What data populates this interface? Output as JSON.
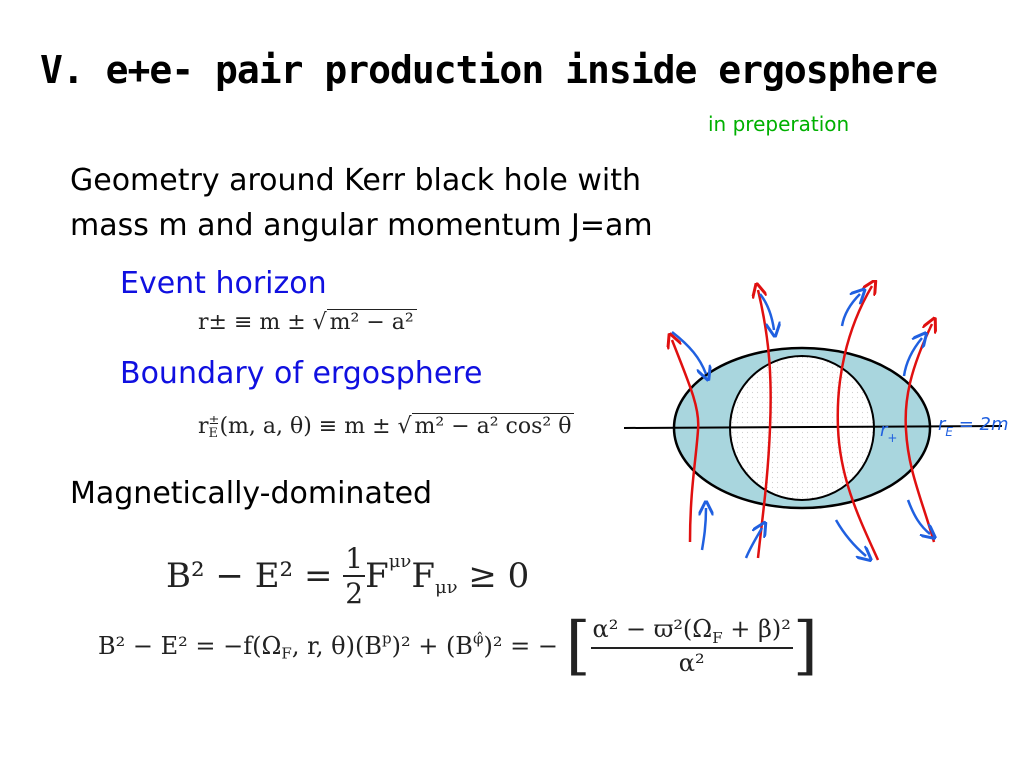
{
  "slide": {
    "title": "V. e+e- pair production inside ergosphere",
    "note": "in preperation",
    "line1": "Geometry around Kerr black hole with",
    "line2": "mass m and angular momentum J=am",
    "event_horizon_label": "Event horizon",
    "ergo_label": "Boundary of ergosphere",
    "magnetic_label": "Magnetically-dominated"
  },
  "equations": {
    "horizon_lhs": "r± ≡ m ± √",
    "horizon_rad": "m² − a²",
    "ergo_lhs": "r",
    "ergo_sup": "±",
    "ergo_sub": "E",
    "ergo_rest": "(m, a, θ) ≡ m ± √",
    "ergo_rad": "m² − a² cos² θ",
    "cond_lhs": "B² − E² =",
    "cond_num": "1",
    "cond_den": "2",
    "cond_rhs": "F",
    "cond_sup": "μν",
    "cond_rhs2": "F",
    "cond_sub": "μν",
    "cond_tail": " ≥ 0",
    "long_lhs": "B² − E²  =  −f(Ω",
    "long_sub1": "F",
    "long_mid": ", r, θ)(B",
    "long_sup1": "p",
    "long_mid2": ")² + (B",
    "long_sup2": "φ̂",
    "long_mid3": ")² = −",
    "long_num": "α² − ϖ²(Ω",
    "long_num_sub": "F",
    "long_num_tail": " + β)²",
    "long_den": "α²"
  },
  "diagram": {
    "label_rplus": "r",
    "label_rplus_sub": "+",
    "label_rE": "r",
    "label_rE_sub": "E",
    "label_rE_val": " = 2m",
    "colors": {
      "ergo_fill": "#a9d6de",
      "field_red": "#e01010",
      "field_blue": "#2060e0",
      "axis": "#000000"
    }
  }
}
